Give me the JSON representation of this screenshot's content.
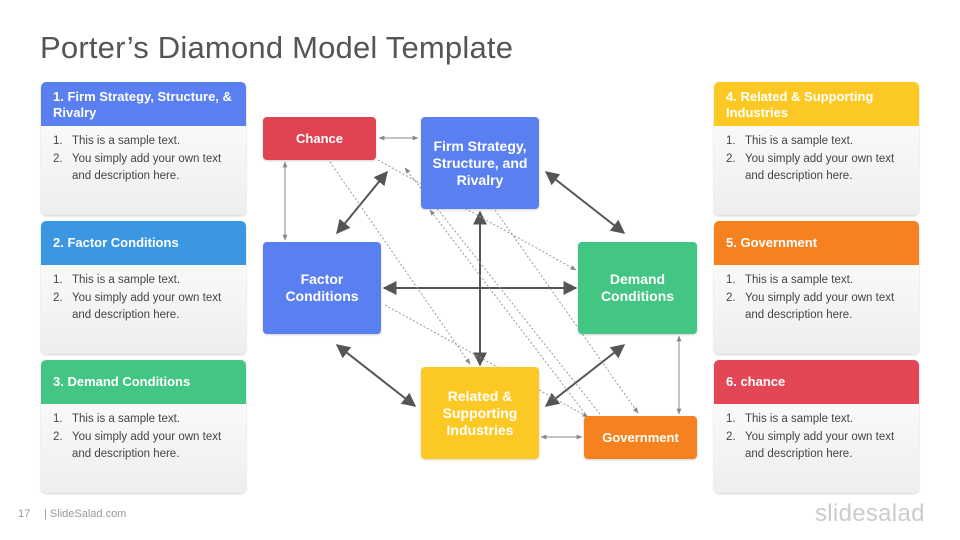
{
  "title": "Porter’s Diamond Model Template",
  "cards": [
    {
      "title": "1. Firm Strategy, Structure, & Rivalry",
      "color": "#5a7ff0",
      "items": [
        "This is a sample text.",
        "You simply add your own text and description here."
      ]
    },
    {
      "title": "2. Factor Conditions",
      "color": "#3c97e2",
      "items": [
        "This is a sample text.",
        "You simply add your own text and description here."
      ]
    },
    {
      "title": "3. Demand Conditions",
      "color": "#43c584",
      "items": [
        "This is a sample text.",
        "You simply add your own text and description here."
      ]
    },
    {
      "title": "4. Related & Supporting Industries",
      "color": "#fcc924",
      "items": [
        "This is a sample text.",
        "You simply add your own text and description here."
      ]
    },
    {
      "title": "5. Government",
      "color": "#f5821f",
      "items": [
        "This is a sample text.",
        "You simply add your own text and description here."
      ]
    },
    {
      "title": "6. chance",
      "color": "#e34756",
      "items": [
        "This is a sample text.",
        "You simply add your own text and description here."
      ]
    }
  ],
  "diagram": {
    "chance": {
      "label": "Chance",
      "color": "#e04452"
    },
    "firm": {
      "label": "Firm Strategy, Structure, and Rivalry",
      "color": "#5a7ff0"
    },
    "factor": {
      "label": "Factor Conditions",
      "color": "#5a7ff0"
    },
    "demand": {
      "label": "Demand Conditions",
      "color": "#43c584"
    },
    "related": {
      "label": "Related & Supporting Industries",
      "color": "#fcc924"
    },
    "government": {
      "label": "Government",
      "color": "#f5821f"
    }
  },
  "footer": {
    "page": "17",
    "brand": "| SlideSalad.com",
    "logo": "slidesalad"
  }
}
